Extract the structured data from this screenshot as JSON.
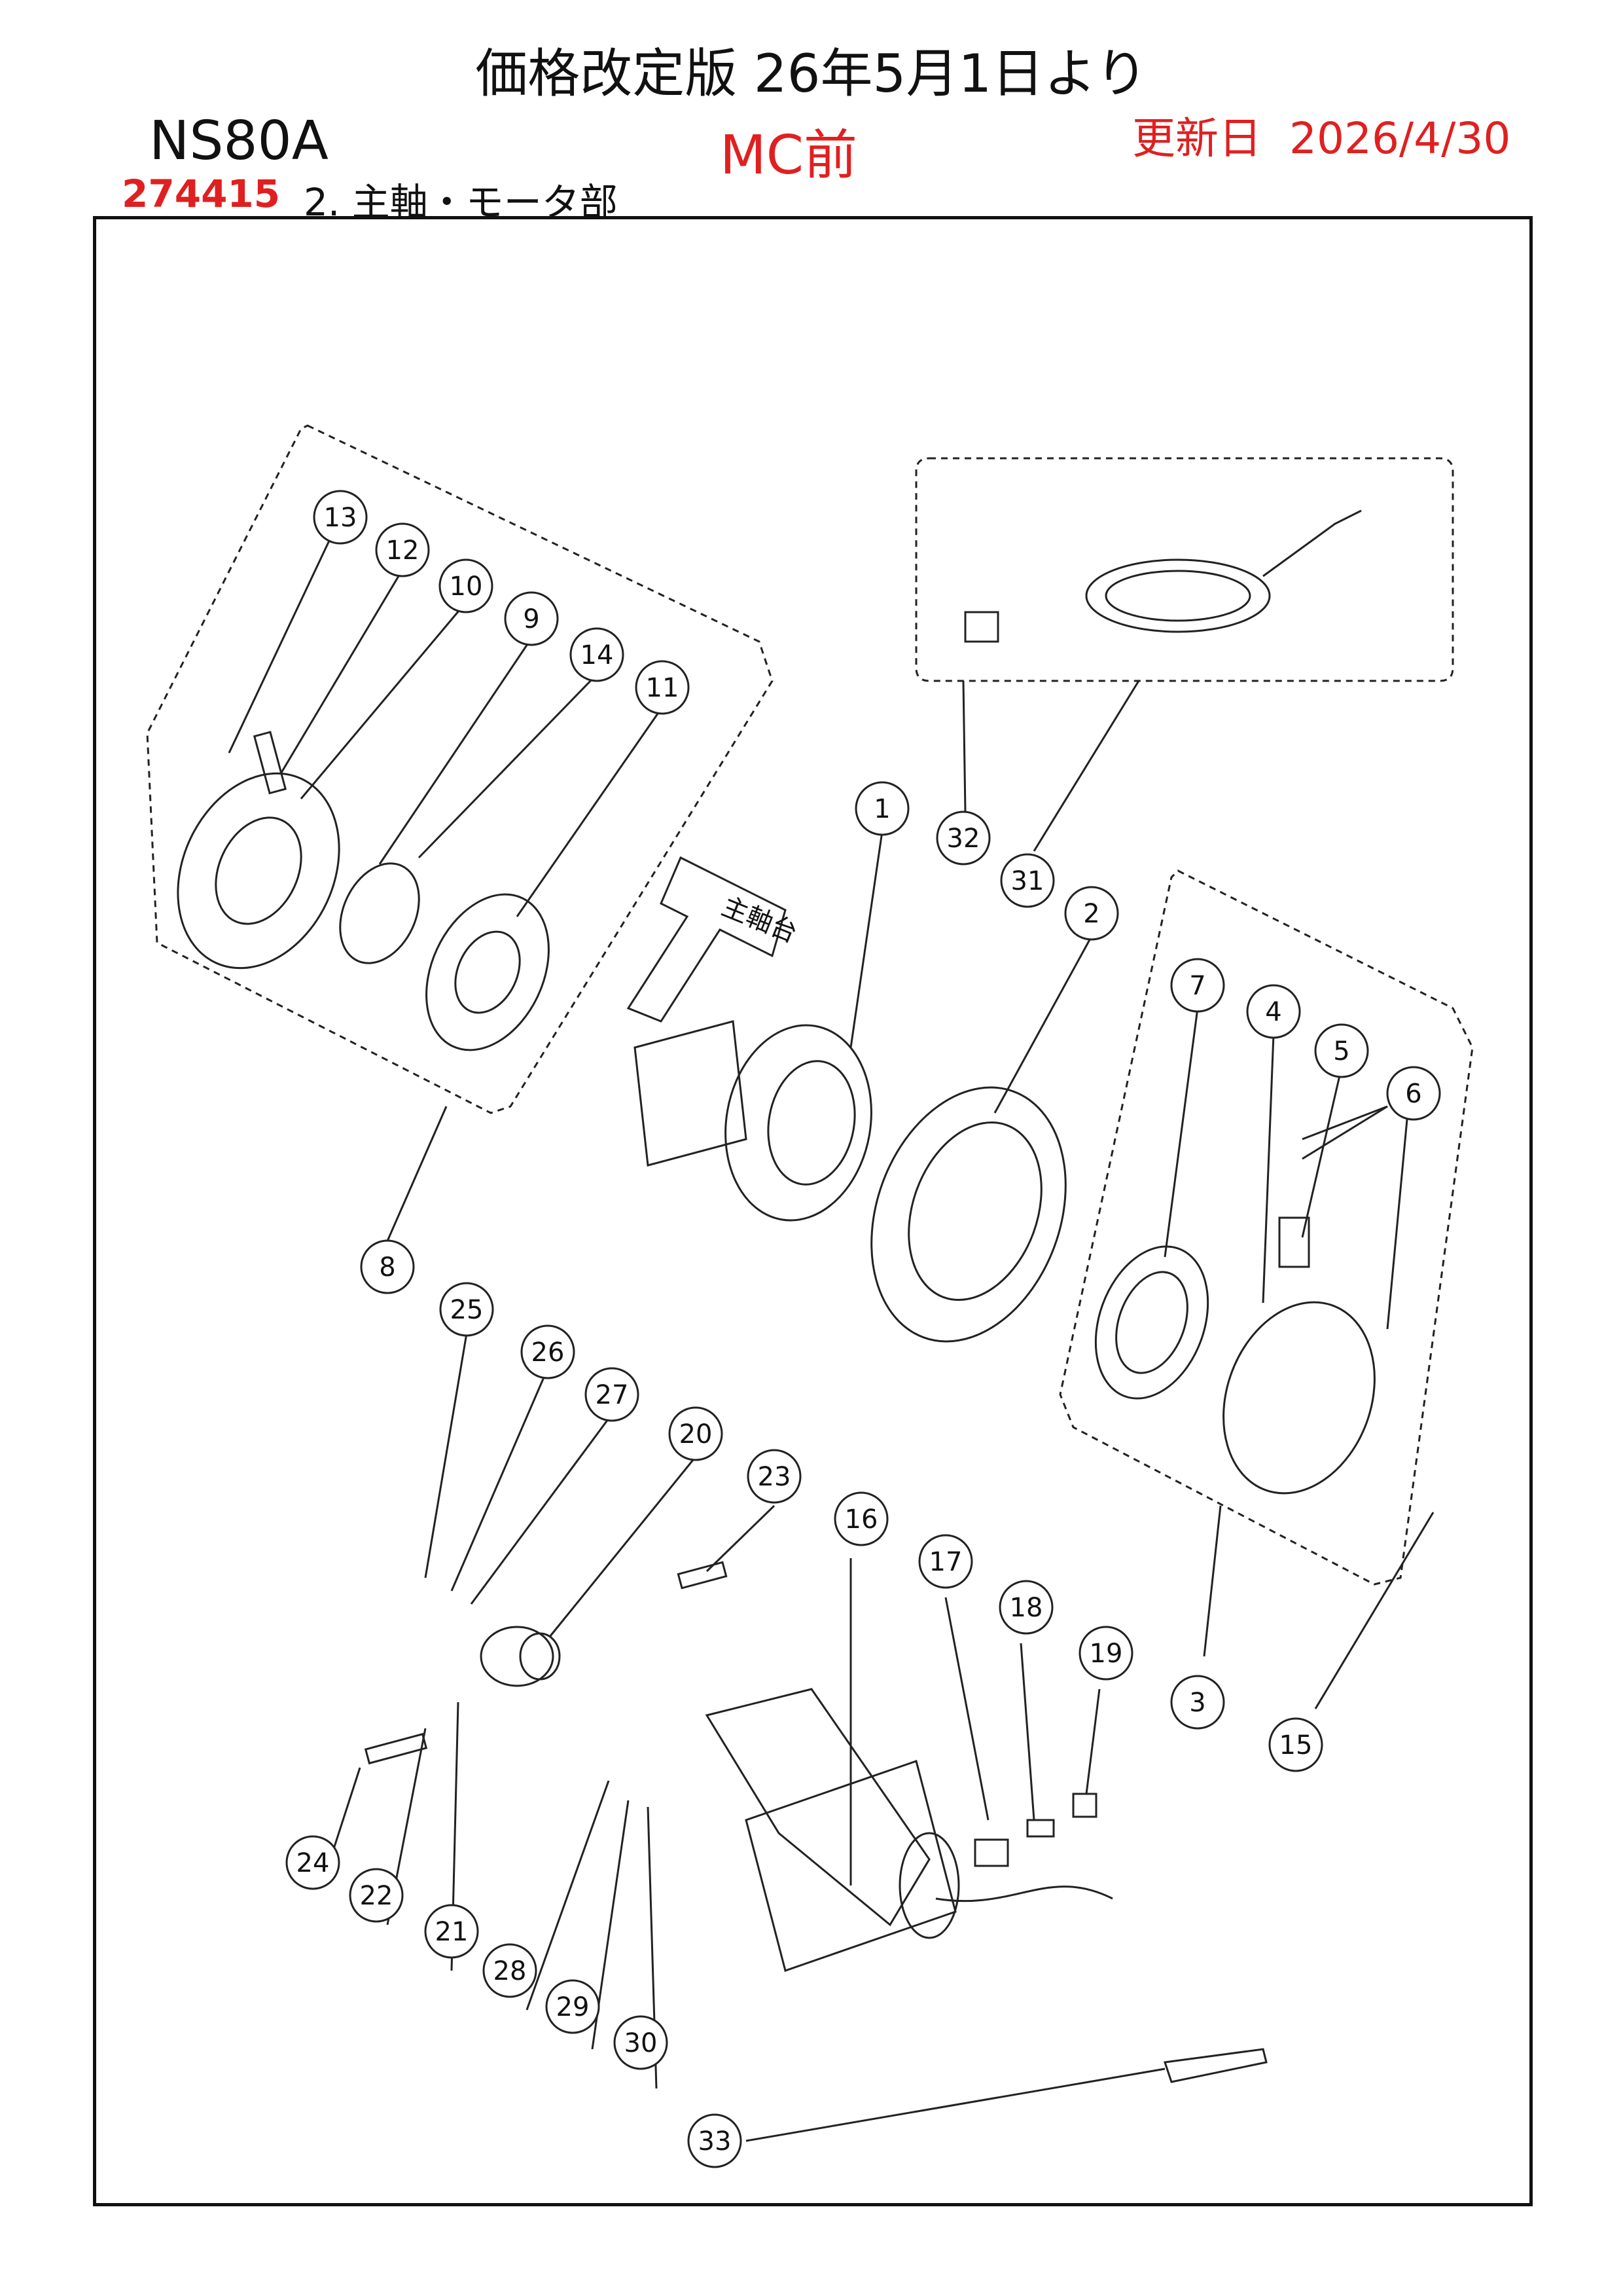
{
  "header": {
    "notice": "価格改定版 26年5月1日より",
    "model": "NS80A",
    "variant": "MC前",
    "updated_label": "更新日",
    "updated_date": "2026/4/30",
    "code": "274415",
    "section": "2. 主軸・モータ部"
  },
  "diagram": {
    "spindle_mount_label": "主軸台",
    "callouts": [
      "1",
      "2",
      "3",
      "4",
      "5",
      "6",
      "7",
      "8",
      "9",
      "10",
      "11",
      "12",
      "13",
      "14",
      "15",
      "16",
      "17",
      "18",
      "19",
      "20",
      "21",
      "22",
      "23",
      "24",
      "25",
      "26",
      "27",
      "28",
      "29",
      "30",
      "31",
      "32",
      "33"
    ]
  },
  "colors": {
    "accent": "#e02020",
    "ink": "#111111"
  }
}
